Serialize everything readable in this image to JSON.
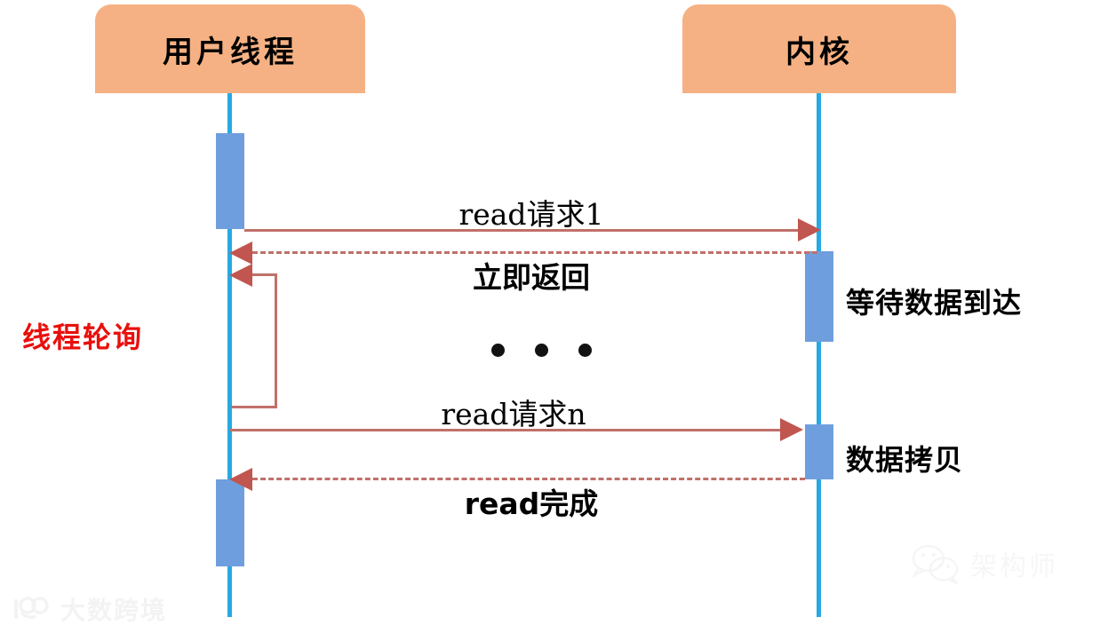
{
  "diagram": {
    "type": "sequence-diagram",
    "title_text": "",
    "colors": {
      "participant_box": "#f5b183",
      "lifeline": "#27aae1",
      "activation": "#6f9ede",
      "arrow": "#c0564f",
      "annotation_red": "#e8100c",
      "background": "#ffffff"
    },
    "participants": [
      {
        "id": "user-thread",
        "label": "用户线程"
      },
      {
        "id": "kernel",
        "label": "内核"
      }
    ],
    "messages": [
      {
        "id": "read-request-1",
        "label": "read请求1",
        "from": "user-thread",
        "to": "kernel",
        "style": "solid"
      },
      {
        "id": "immediate-return",
        "label": "立即返回",
        "from": "kernel",
        "to": "user-thread",
        "style": "dashed"
      },
      {
        "id": "ellipsis",
        "label": "...",
        "from": "",
        "to": "",
        "style": "dots"
      },
      {
        "id": "read-request-n",
        "label": "read请求n",
        "from": "user-thread",
        "to": "kernel",
        "style": "solid"
      },
      {
        "id": "read-complete",
        "label": "read完成",
        "from": "kernel",
        "to": "user-thread",
        "style": "dashed"
      }
    ],
    "self_loop": {
      "id": "polling-loop",
      "label": "线程轮询",
      "on": "user-thread"
    },
    "notes": [
      {
        "id": "waiting-for-data",
        "label": "等待数据到达",
        "on": "kernel"
      },
      {
        "id": "data-copy",
        "label": "数据拷贝",
        "on": "kernel"
      }
    ]
  },
  "watermarks": {
    "bottom_left": {
      "text": "大数跨境",
      "icon": "infinity-logo-icon"
    },
    "bottom_right": {
      "text": "架构师",
      "icon": "wechat-icon"
    }
  }
}
